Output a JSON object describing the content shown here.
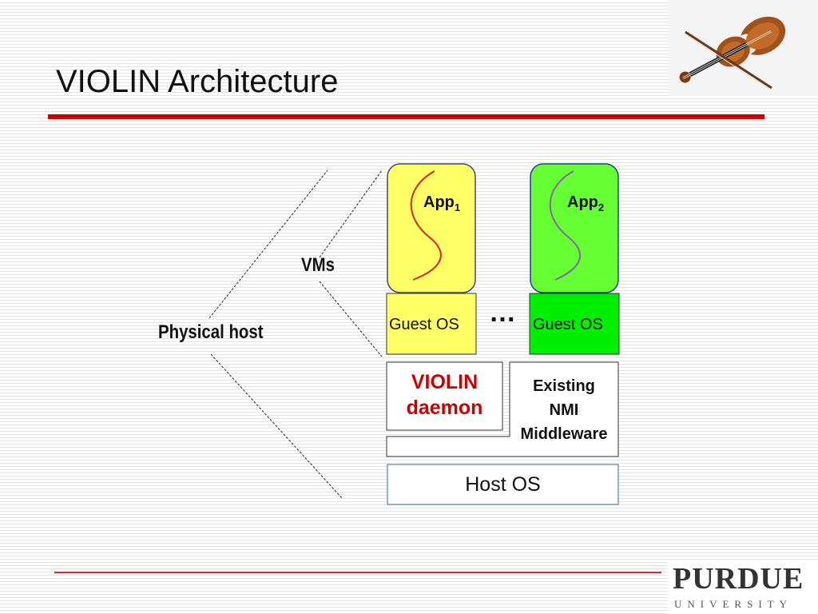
{
  "title": "VIOLIN Architecture",
  "labels": {
    "physical_host": "Physical host",
    "vms": "VMs",
    "app1": "App",
    "app1_sub": "1",
    "app2": "App",
    "app2_sub": "2",
    "guest_os_1": "Guest OS",
    "guest_os_2": "Guest OS",
    "ellipsis": "…",
    "violin_daemon_line1": "VIOLIN",
    "violin_daemon_line2": "daemon",
    "nmi_line1": "Existing",
    "nmi_line2": "NMI",
    "nmi_line3": "Middleware",
    "host_os": "Host OS"
  },
  "logo": {
    "name": "PURDUE",
    "sub": "UNIVERSITY"
  },
  "colors": {
    "title_rule": "#cc0000",
    "vm1_fill": "#ffff66",
    "vm2_fill": "#66ff33",
    "guest_os_1_fill": "#ffff66",
    "guest_os_2_fill": "#00ee00",
    "violin_text": "#cc0000",
    "box_border": "#334466"
  },
  "icons": [
    "violin-image",
    "purdue-logo"
  ]
}
